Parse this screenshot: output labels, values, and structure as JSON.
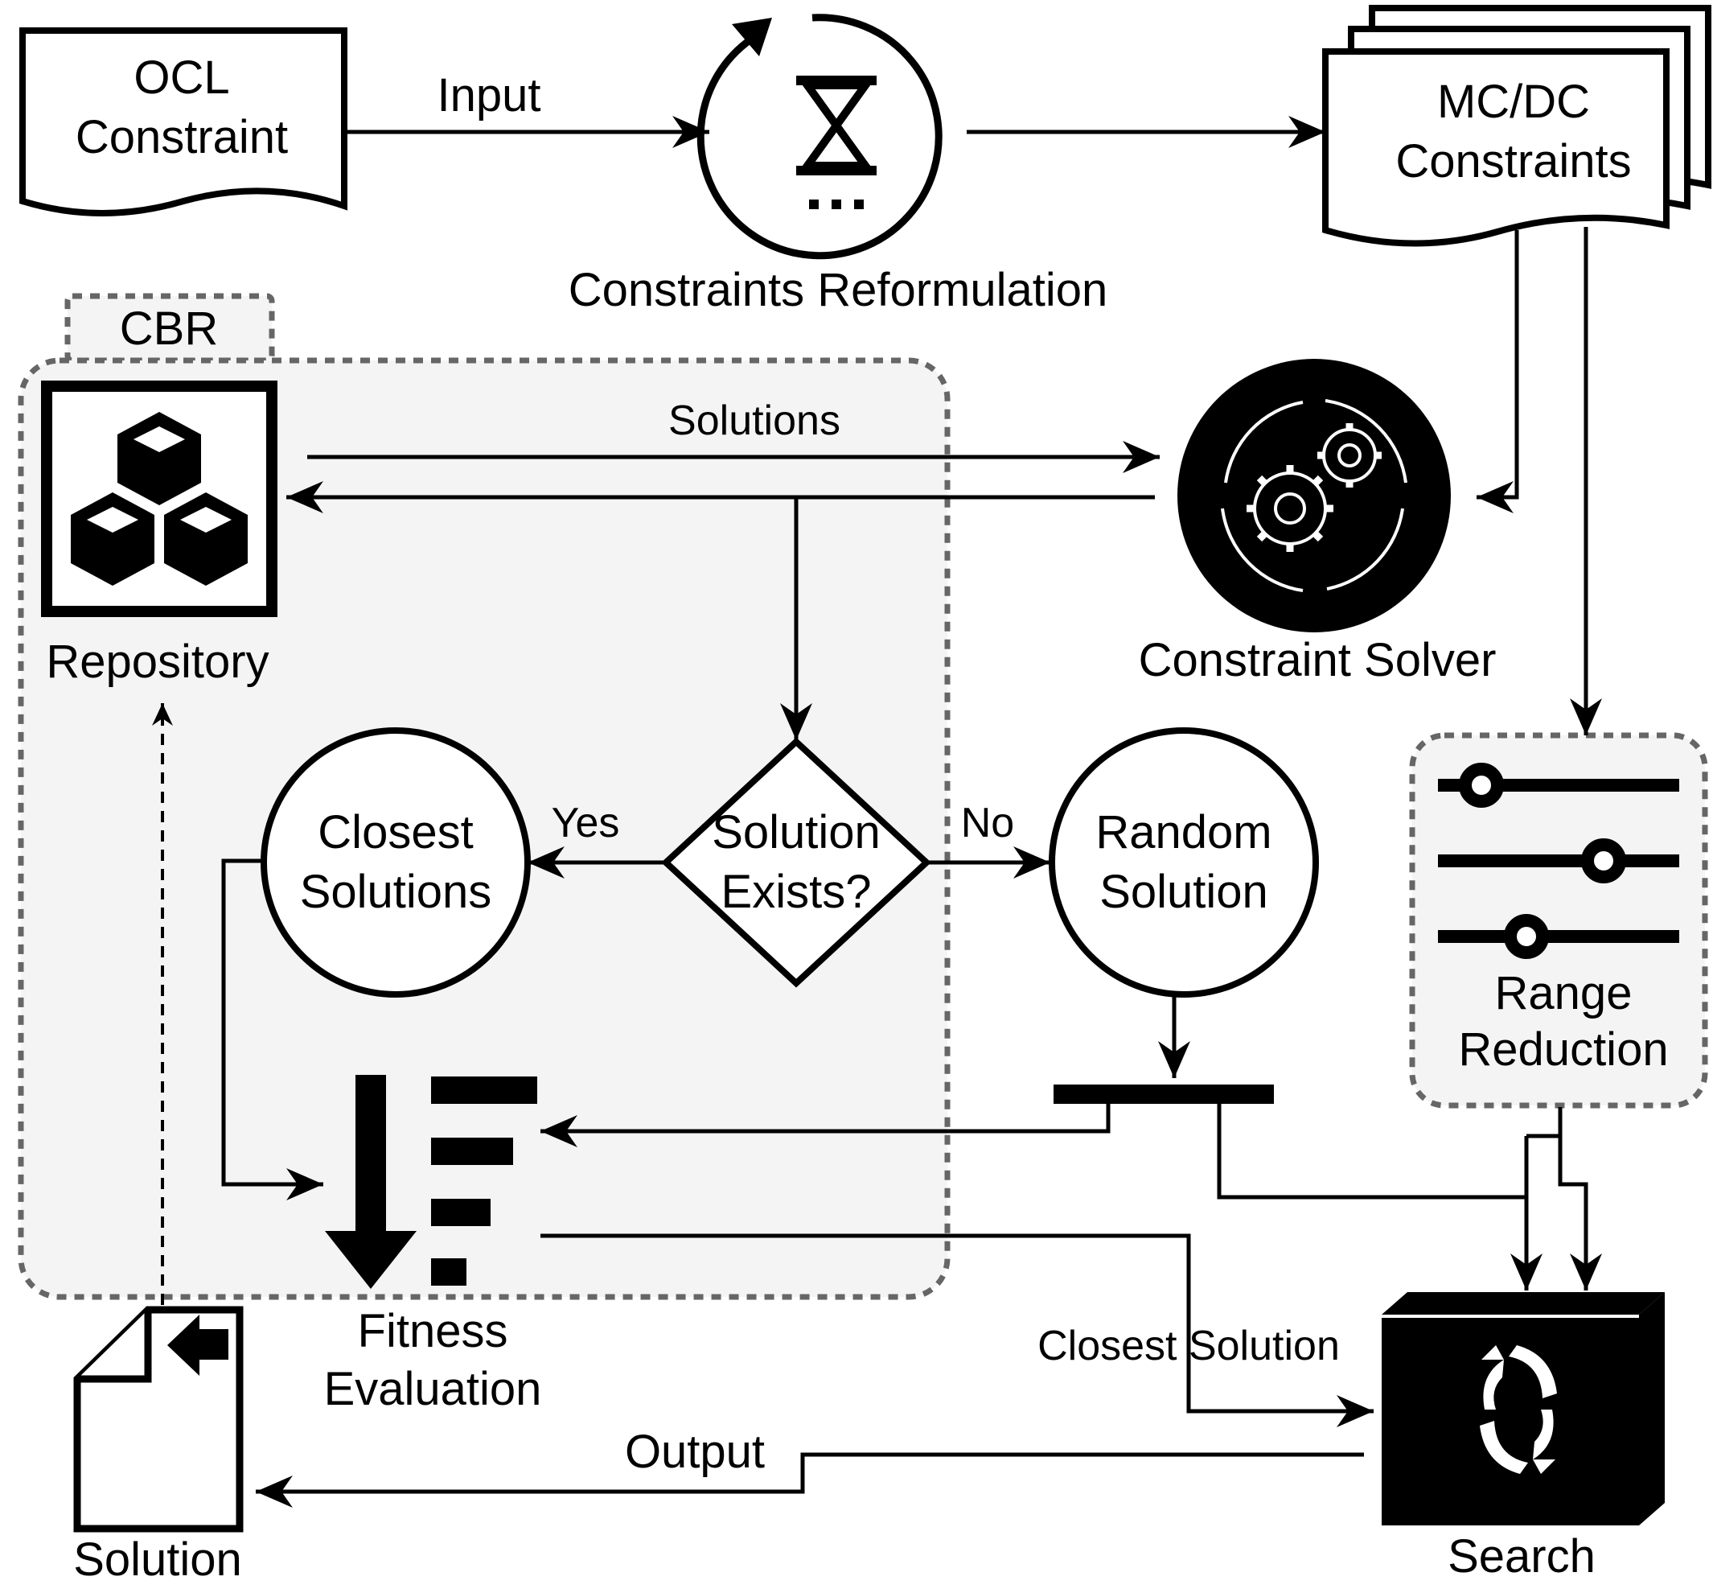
{
  "nodes": {
    "ocl_line1": "OCL",
    "ocl_line2": "Constraint",
    "reformulation": "Constraints Reformulation",
    "mcdc_line1": "MC/DC",
    "mcdc_line2": "Constraints",
    "cbr": "CBR",
    "repository": "Repository",
    "solver": "Constraint Solver",
    "decision_line1": "Solution",
    "decision_line2": "Exists?",
    "closest_line1": "Closest",
    "closest_line2": "Solutions",
    "random_line1": "Random",
    "random_line2": "Solution",
    "range_line1": "Range",
    "range_line2": "Reduction",
    "fitness_line1": "Fitness",
    "fitness_line2": "Evaluation",
    "search": "Search",
    "solution": "Solution"
  },
  "edges": {
    "input": "Input",
    "solutions": "Solutions",
    "yes": "Yes",
    "no": "No",
    "closest_solution": "Closest Solution",
    "output": "Output"
  },
  "colors": {
    "ink": "#000000",
    "cbr_fill": "#f4f4f4",
    "dash": "#666666"
  },
  "icons": [
    "hourglass-icon",
    "gears-icon",
    "cubes-icon",
    "sliders-icon",
    "sort-icon",
    "refresh-icon",
    "document-icon"
  ]
}
